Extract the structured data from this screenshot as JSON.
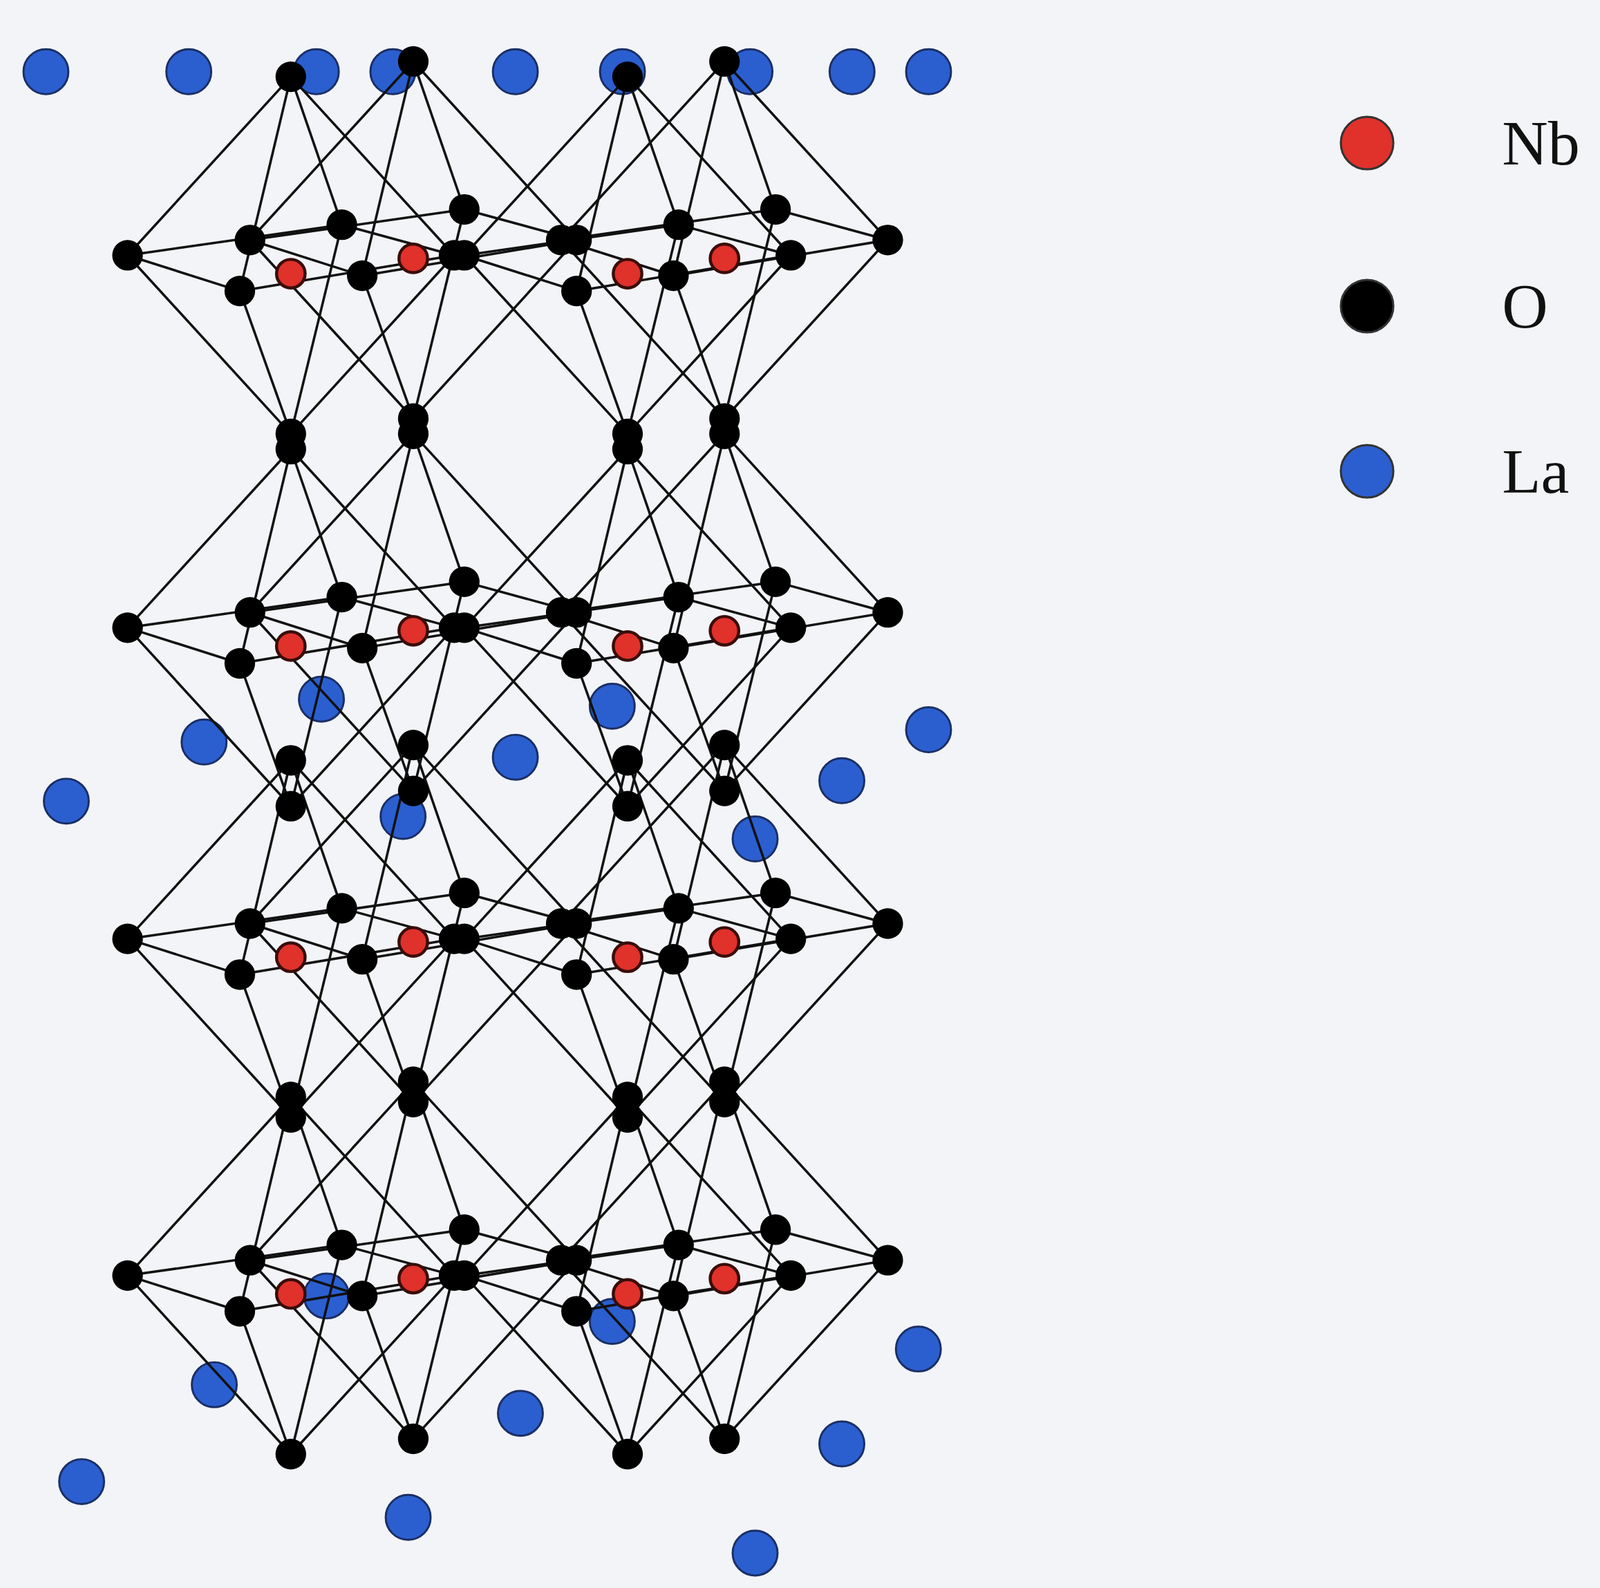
{
  "diagram": {
    "legend": [
      {
        "text": "Nb",
        "color": "#e0312b"
      },
      {
        "text": "O",
        "color": "#000000"
      },
      {
        "text": "La",
        "color": "#2b5fd0"
      }
    ]
  }
}
